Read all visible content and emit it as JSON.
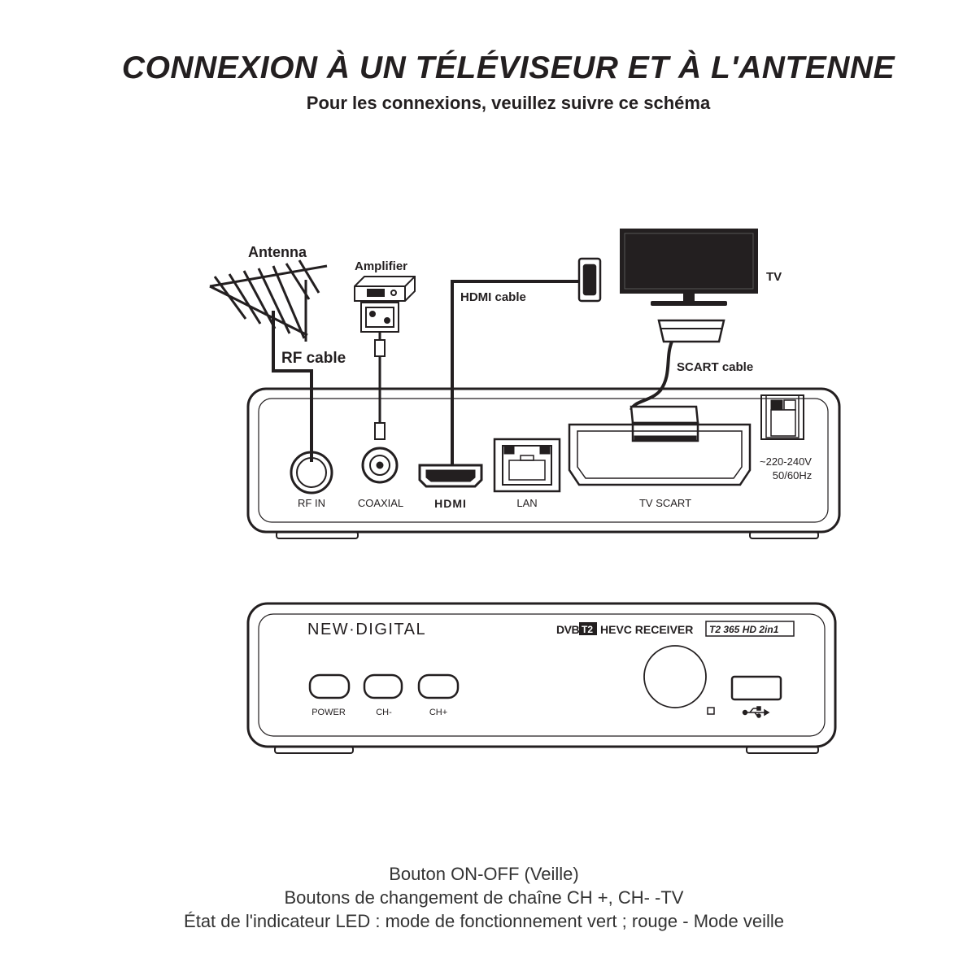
{
  "header": {
    "title": "CONNEXION À UN TÉLÉVISEUR ET À L'ANTENNE",
    "subtitle": "Pour les connexions, veuillez suivre ce schéma"
  },
  "back_diagram": {
    "antenna_label": "Antenna",
    "amplifier_label": "Amplifier",
    "rf_cable_label": "RF cable",
    "hdmi_cable_label": "HDMI cable",
    "tv_label": "TV",
    "scart_cable_label": "SCART cable",
    "ports": {
      "rf_in": "RF IN",
      "coaxial": "COAXIAL",
      "hdmi": "HDMI",
      "lan": "LAN",
      "tv_scart": "TV SCART"
    },
    "power_voltage": "~220-240V",
    "power_frequency": "50/60Hz"
  },
  "front_panel": {
    "brand": "NEW·DIGITAL",
    "model_prefix": "DVB",
    "model_t2": "T2",
    "model_text": "HEVC RECEIVER",
    "model_badge": "T2 365 HD 2in1",
    "buttons": {
      "power": "POWER",
      "ch_minus": "CH-",
      "ch_plus": "CH+"
    }
  },
  "footer": {
    "line1": "Bouton ON-OFF (Veille)",
    "line2": "Boutons de changement de chaîne CH +, CH- -TV",
    "line3": "État de l'indicateur LED : mode de fonctionnement vert ; rouge - Mode veille"
  }
}
